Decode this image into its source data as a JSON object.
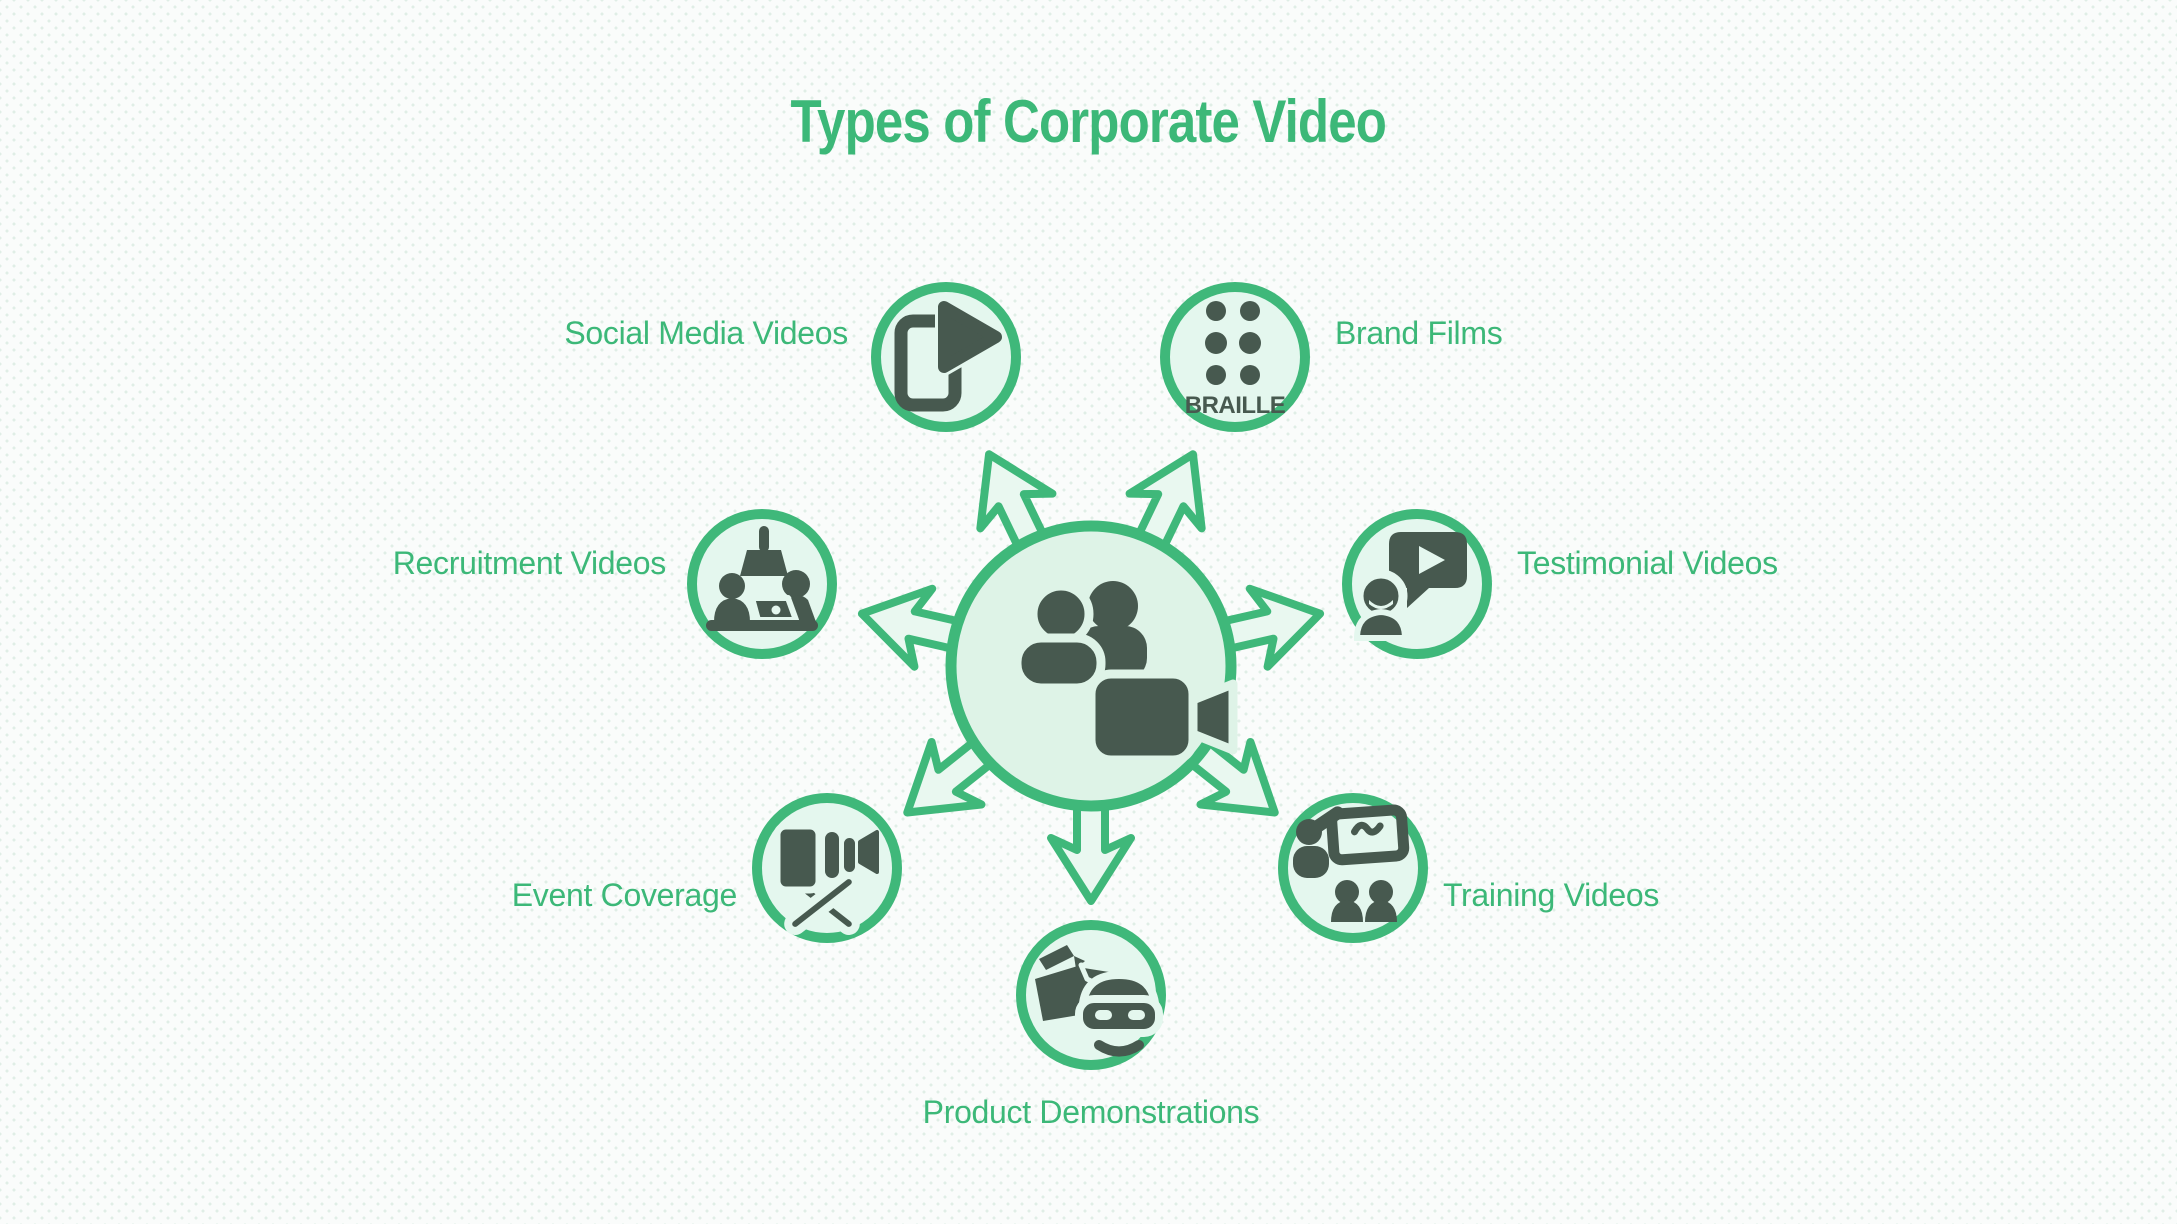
{
  "title": "Types of Corporate Video",
  "hub": {
    "icon": "people-video-camera-icon"
  },
  "nodes": [
    {
      "id": "social-media-videos",
      "label": "Social Media Videos",
      "icon": "smartphone-play-icon"
    },
    {
      "id": "brand-films",
      "label": "Brand Films",
      "icon": "braille-dots-icon",
      "icon_text": "BRAILLE"
    },
    {
      "id": "recruitment-videos",
      "label": "Recruitment Videos",
      "icon": "interview-desk-icon"
    },
    {
      "id": "testimonial-videos",
      "label": "Testimonial Videos",
      "icon": "person-video-message-icon"
    },
    {
      "id": "event-coverage",
      "label": "Event Coverage",
      "icon": "video-camera-tripod-icon"
    },
    {
      "id": "training-videos",
      "label": "Training Videos",
      "icon": "presenter-whiteboard-icon"
    },
    {
      "id": "product-demonstrations",
      "label": "Product Demonstrations",
      "icon": "vr-headset-demo-icon"
    }
  ],
  "colors": {
    "accent_green": "#3cb878",
    "ring_green": "#3fb87a",
    "light_fill": "#e3f6ec",
    "icon_dark": "#47594f",
    "background": "#fafcfb"
  }
}
